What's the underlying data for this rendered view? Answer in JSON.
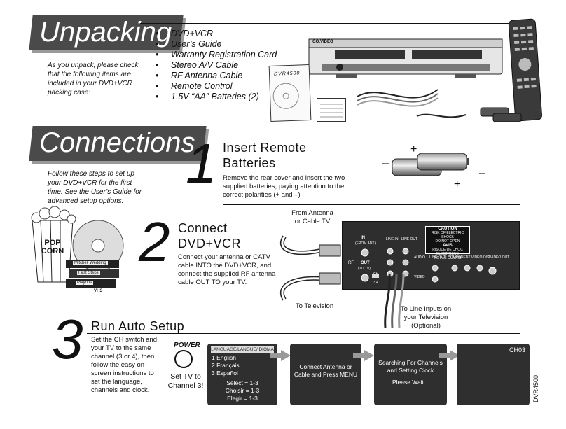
{
  "unpacking": {
    "title": "Unpacking",
    "intro": "As you unpack, please check that the following items are included in your DVD+VCR packing case:",
    "items": [
      "DVD+VCR",
      "User’s Guide",
      "Warranty Registration Card",
      "Stereo A/V Cable",
      "RF Antenna Cable",
      "Remote Control",
      "1.5V “AA” Batteries (2)"
    ],
    "device_brand": "GO.VIDEO",
    "manual_model": "DVR4500"
  },
  "connections": {
    "title": "Connections",
    "intro": "Follow these steps to set up your DVD+VCR for the first time. See the User’s Guide for advanced setup options.",
    "popcorn_text": "POP CORN",
    "tape_labels": [
      "Mitchell Wedding",
      "First Steps",
      "Playoffs",
      "VHS"
    ]
  },
  "step1": {
    "number": "1",
    "title_line1": "Insert Remote",
    "title_line2": "Batteries",
    "body": "Remove the rear cover and insert the two supplied batteries, paying attention to the correct polarities (+ and –)",
    "plus": "+",
    "minus": "–"
  },
  "step2": {
    "number": "2",
    "title_line1": "Connect",
    "title_line2": "DVD+VCR",
    "body": "Connect your antenna or CATV cable INTO the DVD+VCR, and connect the supplied RF antenna cable OUT TO your TV.",
    "from_antenna": "From Antenna\nor Cable TV",
    "to_tv": "To Television",
    "to_line_inputs": "To Line Inputs on\nyour Television\n(Optional)",
    "panel": {
      "in": "IN",
      "from_ant": "(FROM ANT.)",
      "rf": "RF",
      "out": "OUT",
      "to_tv": "(TO TV)",
      "ch": "CH",
      "ch34": "3  4",
      "line_in": "LINE IN",
      "line_out": "LINE OUT",
      "audio": "AUDIO",
      "video": "VIDEO",
      "line_out2": "LINE OUT",
      "component_out": "COMPONENT VIDEO OUT",
      "svideo_out": "S VIDEO OUT",
      "caution": "CAUTION",
      "caution_sub": "RISK OF ELECTRIC SHOCK\nDO NOT OPEN",
      "avis": "AVIS",
      "avis_sub": "RISQUE DE CHOC ELECTRIQUE\nNE PAS OUVRIR"
    }
  },
  "step3": {
    "number": "3",
    "title": "Run Auto Setup",
    "body": "Set the CH switch and your TV to the same channel (3 or 4), then follow the easy on-screen instructions to set the language, channels and clock.",
    "power_label": "POWER",
    "set_tv": "Set TV to\nChannel 3!",
    "screen1": {
      "header": "LANGUAGE/LANGUE/IDIOMA",
      "options": [
        "1   English",
        "2   Français",
        "3   Español"
      ],
      "footer": [
        "Select = 1-3",
        "Choisir = 1-3",
        "Elegir = 1-3"
      ]
    },
    "screen2": "Connect Antenna or\nCable and Press MENU",
    "screen3_line1": "Searching For Channels\nand Setting Clock",
    "screen3_line2": "Please Wait...",
    "screen4": "CH03"
  },
  "footer_model": "DVR4500"
}
